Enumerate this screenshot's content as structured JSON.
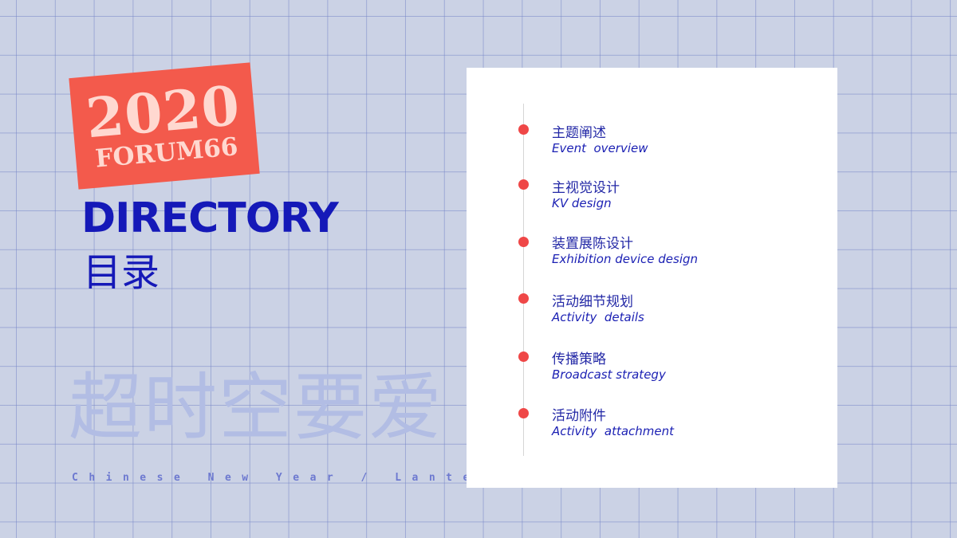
{
  "stamp": {
    "year": "2020",
    "subtitle": "FORUM66"
  },
  "directory": {
    "title": "DIRECTORY",
    "title_cn": "目录"
  },
  "background": {
    "slogan": "超时空要爱",
    "caption": "Chinese New Year / Lanter                          Day"
  },
  "toc": {
    "items": [
      {
        "cn": "主题阐述",
        "en": "Event  overview"
      },
      {
        "cn": "主视觉设计",
        "en": "KV design"
      },
      {
        "cn": "装置展陈设计",
        "en": "Exhibition device design"
      },
      {
        "cn": "活动细节规划",
        "en": "Activity  details"
      },
      {
        "cn": "传播策略",
        "en": "Broadcast strategy"
      },
      {
        "cn": "活动附件",
        "en": "Activity  attachment"
      }
    ]
  },
  "colors": {
    "accent_red": "#f35a4c",
    "primary_blue": "#1519b8",
    "dot_red": "#ef4747",
    "grid_background": "#cbd2e5"
  }
}
